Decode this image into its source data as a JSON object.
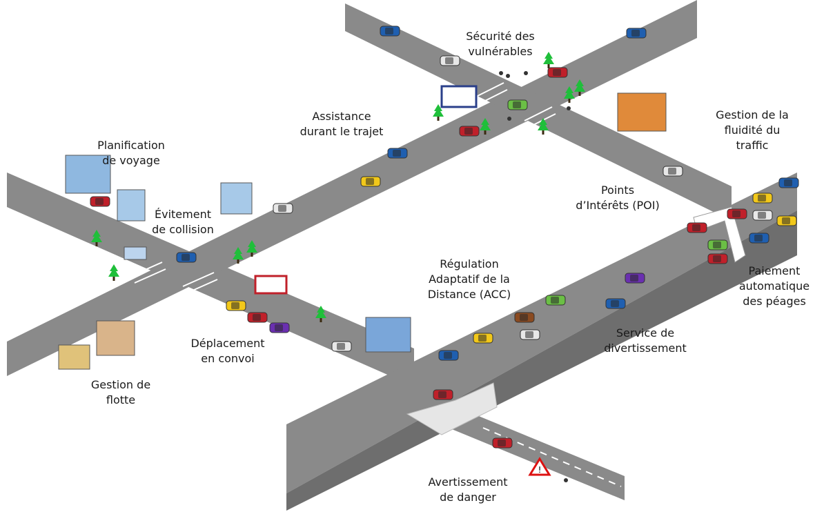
{
  "labels": [
    {
      "id": "securite",
      "lines": [
        "Sécurité des",
        "vulnérables"
      ]
    },
    {
      "id": "assistance",
      "lines": [
        "Assistance",
        "durant le trajet"
      ]
    },
    {
      "id": "gestion-fluidite",
      "lines": [
        "Gestion de la",
        "fluidité du",
        "traffic"
      ]
    },
    {
      "id": "planification",
      "lines": [
        "Planification",
        "de voyage"
      ]
    },
    {
      "id": "evitement",
      "lines": [
        "Évitement",
        "de collision"
      ]
    },
    {
      "id": "poi",
      "lines": [
        "Points",
        "d’Intérêts (POI)"
      ]
    },
    {
      "id": "regulation",
      "lines": [
        "Régulation",
        "Adaptatif de la",
        "Distance (ACC)"
      ]
    },
    {
      "id": "paiement",
      "lines": [
        "Paiement",
        "automatique",
        "des péages"
      ]
    },
    {
      "id": "convoi",
      "lines": [
        "Déplacement",
        "en convoi"
      ]
    },
    {
      "id": "divertissement",
      "lines": [
        "Service de",
        "divertissement"
      ]
    },
    {
      "id": "flotte",
      "lines": [
        "Gestion de",
        "flotte"
      ]
    },
    {
      "id": "danger",
      "lines": [
        "Avertissement",
        "de danger"
      ]
    }
  ],
  "colors": {
    "road": "#8a8a8a",
    "road_dark": "#6e6e6e",
    "lane_mark": "#ffffff",
    "tree": "#1fbf3a",
    "car_blue": "#1f5fb0",
    "car_red": "#c0202a",
    "car_yellow": "#f2c81a",
    "car_white": "#e8e8e8",
    "car_purple": "#6a2fb0",
    "car_green": "#6bbf45",
    "car_brown": "#8a4a20",
    "building_blue": "#7aa6d9",
    "building_orange": "#e08a3a"
  }
}
